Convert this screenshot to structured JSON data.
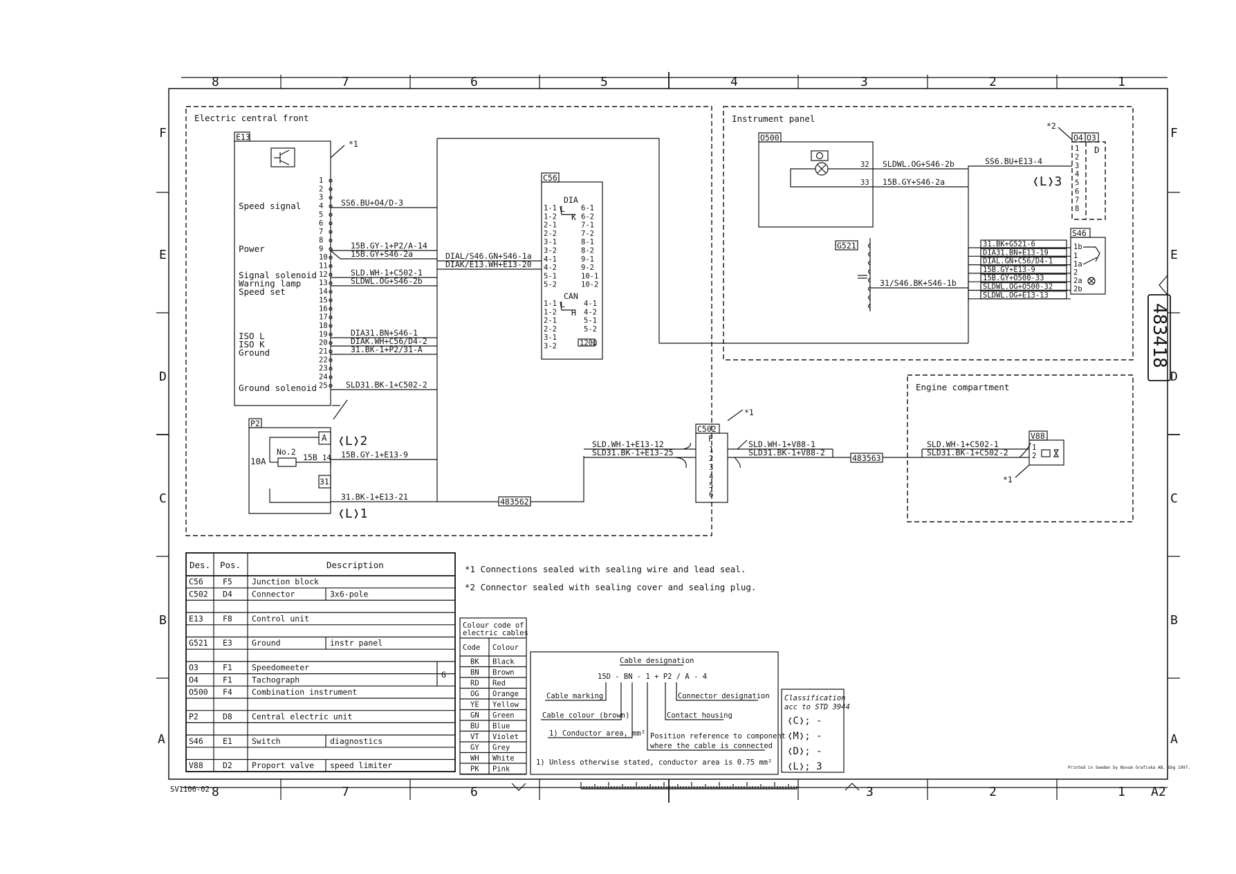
{
  "drawing_number": "483418",
  "sheet_id": "SV1106-02",
  "sheet_size": "A2",
  "printed_in": "Printed in Sweden by Novum Grafiska AB, Gbg 1997.",
  "grid": {
    "columns": [
      "8",
      "7",
      "6",
      "5",
      "4",
      "3",
      "2",
      "1"
    ],
    "rows": [
      "F",
      "E",
      "D",
      "C",
      "B",
      "A"
    ]
  },
  "zones": {
    "electric_central_front": "Electric central front",
    "instrument_panel": "Instrument panel",
    "engine_compartment": "Engine compartment"
  },
  "components": {
    "E13": {
      "id": "E13",
      "functions": [
        "Speed signal",
        "Power",
        "Signal solenoid",
        "Warning lamp",
        "Speed set",
        "ISO L",
        "ISO K",
        "Ground",
        "Ground solenoid"
      ],
      "pins": [
        "1",
        "2",
        "3",
        "4",
        "5",
        "6",
        "7",
        "8",
        "9",
        "10",
        "11",
        "12",
        "13",
        "14",
        "15",
        "16",
        "17",
        "18",
        "19",
        "20",
        "21",
        "22",
        "23",
        "24",
        "25"
      ],
      "seal_note": "*1"
    },
    "P2": {
      "id": "P2",
      "fuse_rating": "10A",
      "fuse_no": "No.2",
      "cable_15B": "15B",
      "pin_14": "14",
      "terminal_A": "A",
      "terminal_31": "31"
    },
    "C56": {
      "id": "C56",
      "dia_label": "DIA",
      "can_label": "CAN",
      "k_label": "K",
      "l_label": "L",
      "h_label": "H",
      "resistor": "120Ω",
      "dia_left": [
        "1-1",
        "1-2",
        "2-1",
        "2-2",
        "3-1",
        "3-2",
        "4-1",
        "4-2",
        "5-1",
        "5-2"
      ],
      "dia_right": [
        "6-1",
        "6-2",
        "7-1",
        "7-2",
        "8-1",
        "8-2",
        "9-1",
        "9-2",
        "10-1",
        "10-2"
      ],
      "can_left": [
        "1-1",
        "1-2",
        "2-1",
        "2-2",
        "3-1",
        "3-2"
      ],
      "can_right": [
        "4-1",
        "4-2",
        "5-1",
        "5-2"
      ]
    },
    "C502": {
      "id": "C502",
      "header": "F",
      "pins": [
        "1",
        "2",
        "3",
        "4",
        "5",
        "6"
      ],
      "seal_note": "*1"
    },
    "O500": {
      "id": "O500",
      "pin_32": "32",
      "pin_33": "33"
    },
    "O4O3": {
      "id_a": "O4",
      "id_b": "O3",
      "pins": [
        "1",
        "2",
        "3",
        "4",
        "5",
        "6",
        "7",
        "8"
      ],
      "header": "D",
      "seal_note": "*2"
    },
    "G521": {
      "id": "G521"
    },
    "S46": {
      "id": "S46",
      "pins": [
        "1b",
        "1",
        "1a",
        "2",
        "2a",
        "2b"
      ]
    },
    "V88": {
      "id": "V88",
      "pins": [
        "1",
        "2"
      ],
      "seal_note": "*1"
    }
  },
  "wires": {
    "w_speed": "SS6.BU+O4/D-3",
    "w_power1": "15B.GY-1+P2/A-14",
    "w_power2": "15B.GY+S46-2a",
    "w_sld": "SLD.WH-1+C502-1",
    "w_sldwl": "SLDWL.OG+S46-2b",
    "w_dia31": "DIA31.BN+S46-1",
    "w_diak": "DIAK.WH+C56/D4-2",
    "w_31bk": "31.BK-1+P2/31-A",
    "w_sld31": "SLD31.BK-1+C502-2",
    "w_dial_s46": "DIAL/S46.GN+S46-1a",
    "w_diak_e13": "DIAK/E13.WH+E13-20",
    "w_p2_15b": "15B.GY-1+E13-9",
    "w_p2_31": "31.BK-1+E13-21",
    "w_c502_1l": "SLD.WH-1+E13-12",
    "w_c502_2l": "SLD31.BK-1+E13-25",
    "w_c502_1r": "SLD.WH-1+V88-1",
    "w_c502_2r": "SLD31.BK-1+V88-2",
    "w_v88_1": "SLD.WH-1+C502-1",
    "w_v88_2": "SLD31.BK-1+C502-2",
    "w_o500_32": "SLDWL.OG+S46-2b",
    "w_o500_33": "15B.GY+S46-2a",
    "w_o4": "SS6.BU+E13-4",
    "w_g521": "31/S46.BK+S46-1b",
    "s46_wires": [
      "31.BK+G521-6",
      "DIA31.BN+E13-19",
      "DIAL.GN+C56/D4-1",
      "15B.GY+E13-9",
      "15B.GY+O500-33",
      "SLDWL.OG+O500-32",
      "SLDWL.OG+E13-13"
    ]
  },
  "refs": {
    "ref_483562": "483562",
    "ref_483563": "483563"
  },
  "link_refs": {
    "l2": "❬L❭2",
    "l1": "❬L❭1",
    "l3": "❬L❭3"
  },
  "legend_table": {
    "headers": [
      "Des.",
      "Pos.",
      "Description"
    ],
    "rows": [
      [
        "C56",
        "F5",
        "Junction block",
        ""
      ],
      [
        "C502",
        "D4",
        "Connector",
        "3x6-pole"
      ],
      [
        "",
        "",
        "",
        ""
      ],
      [
        "E13",
        "F8",
        "Control unit",
        ""
      ],
      [
        "",
        "",
        "",
        ""
      ],
      [
        "G521",
        "E3",
        "Ground",
        "instr panel"
      ],
      [
        "",
        "",
        "",
        ""
      ],
      [
        "O3",
        "F1",
        "Speedomeeter",
        ""
      ],
      [
        "O4",
        "F1",
        "Tachograph",
        ""
      ],
      [
        "O500",
        "F4",
        "Combination instrument",
        ""
      ],
      [
        "",
        "",
        "",
        ""
      ],
      [
        "P2",
        "D8",
        "Central electric unit",
        ""
      ],
      [
        "",
        "",
        "",
        ""
      ],
      [
        "S46",
        "E1",
        "Switch",
        "diagnostics"
      ],
      [
        "",
        "",
        "",
        ""
      ],
      [
        "V88",
        "D2",
        "Proport valve",
        "speed limiter"
      ]
    ],
    "group_marker": "G"
  },
  "notes": [
    "*1 Connections sealed with sealing wire and lead seal.",
    "*2 Connector sealed with sealing cover and sealing plug."
  ],
  "colour_table": {
    "title": "Colour code of electric cables",
    "headers": [
      "Code",
      "Colour"
    ],
    "rows": [
      [
        "BK",
        "Black"
      ],
      [
        "BN",
        "Brown"
      ],
      [
        "RD",
        "Red"
      ],
      [
        "OG",
        "Orange"
      ],
      [
        "YE",
        "Yellow"
      ],
      [
        "GN",
        "Green"
      ],
      [
        "BU",
        "Blue"
      ],
      [
        "VT",
        "Violet"
      ],
      [
        "GY",
        "Grey"
      ],
      [
        "WH",
        "White"
      ],
      [
        "PK",
        "Pink"
      ]
    ]
  },
  "cable_designation": {
    "title": "Cable designation",
    "example": "15D - BN - 1 + P2 / A - 4",
    "cable_marking": "Cable marking",
    "cable_colour": "Cable colour (brown)",
    "conductor_area": "1) Conductor area, mm²",
    "connector_designation": "Connector designation",
    "contact_housing": "Contact housing",
    "position_ref_1": "Position reference to component",
    "position_ref_2": "where the cable is connected",
    "footnote": "1) Unless otherwise stated, conductor area is 0.75 mm²"
  },
  "classification": {
    "title_1": "Classification",
    "title_2": "acc to STD 3944",
    "rows": [
      "❬C❭; -",
      "❬M❭; -",
      "❬D❭; -",
      "❬L❭; 3"
    ]
  }
}
